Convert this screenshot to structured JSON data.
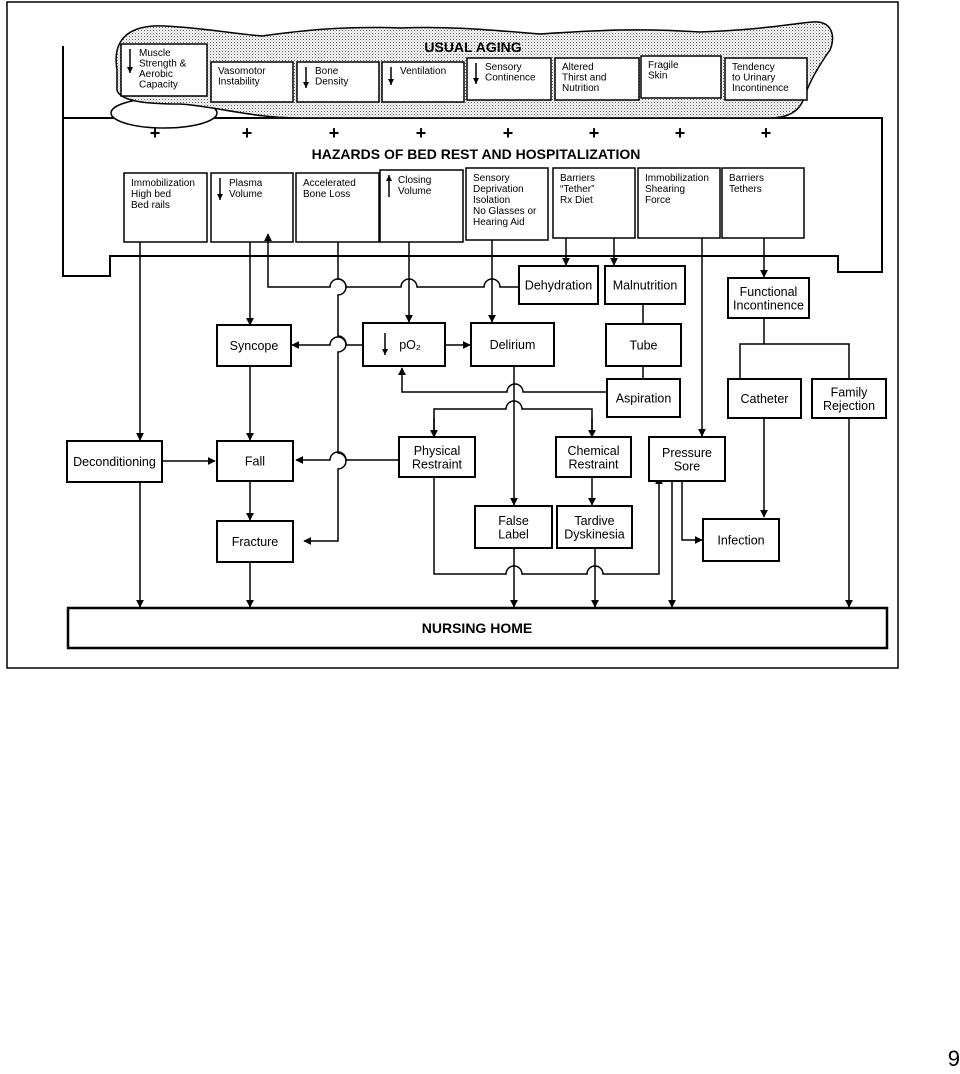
{
  "sections": {
    "usual_aging": "USUAL AGING",
    "hazards": "HAZARDS OF BED REST AND HOSPITALIZATION",
    "plus_sign": "+"
  },
  "aging_factors": [
    {
      "id": "muscle",
      "arrow": "down",
      "lines": [
        "Muscle",
        "Strength &",
        "Aerobic",
        "Capacity"
      ]
    },
    {
      "id": "vasomotor",
      "arrow": "none",
      "lines": [
        "Vasomotor",
        "Instability"
      ]
    },
    {
      "id": "bone-density",
      "arrow": "down",
      "lines": [
        "Bone",
        "Density"
      ]
    },
    {
      "id": "ventilation",
      "arrow": "down",
      "lines": [
        "Ventilation"
      ]
    },
    {
      "id": "sensory-continence",
      "arrow": "down",
      "lines": [
        "Sensory",
        "Continence"
      ]
    },
    {
      "id": "thirst",
      "arrow": "none",
      "lines": [
        "Altered",
        "Thirst and",
        "Nutrition"
      ]
    },
    {
      "id": "fragile-skin",
      "arrow": "none",
      "lines": [
        "Fragile",
        "Skin"
      ]
    },
    {
      "id": "urinary",
      "arrow": "none",
      "lines": [
        "Tendency",
        "to Urinary",
        "Incontinence"
      ]
    }
  ],
  "hazards": [
    {
      "id": "immobilization",
      "arrow": "none",
      "lines": [
        "Immobilization",
        "High bed",
        "Bed rails"
      ]
    },
    {
      "id": "plasma-volume",
      "arrow": "down",
      "lines": [
        "Plasma",
        "Volume"
      ]
    },
    {
      "id": "bone-loss",
      "arrow": "none",
      "lines": [
        "Accelerated",
        "Bone Loss"
      ]
    },
    {
      "id": "closing-volume",
      "arrow": "up",
      "lines": [
        "Closing",
        "Volume"
      ]
    },
    {
      "id": "sensory-deprivation",
      "arrow": "none",
      "lines": [
        "Sensory",
        "Deprivation",
        "Isolation",
        "No Glasses or",
        "Hearing Aid"
      ]
    },
    {
      "id": "barriers-diet",
      "arrow": "none",
      "lines": [
        "Barriers",
        "“Tether”",
        "Rx Diet"
      ]
    },
    {
      "id": "shearing",
      "arrow": "none",
      "lines": [
        "Immobilization",
        "Shearing",
        "Force"
      ]
    },
    {
      "id": "barriers-tethers",
      "arrow": "none",
      "lines": [
        "Barriers",
        "Tethers"
      ]
    }
  ],
  "outcomes": {
    "dehydration": [
      "Dehydration"
    ],
    "malnutrition": [
      "Malnutrition"
    ],
    "functional_incontinence": [
      "Functional",
      "Incontinence"
    ],
    "syncope": [
      "Syncope"
    ],
    "po2": [
      "pO₂"
    ],
    "delirium": [
      "Delirium"
    ],
    "tube": [
      "Tube"
    ],
    "aspiration": [
      "Aspiration"
    ],
    "catheter": [
      "Catheter"
    ],
    "family_rejection": [
      "Family",
      "Rejection"
    ],
    "deconditioning": [
      "Deconditioning"
    ],
    "fall": [
      "Fall"
    ],
    "physical_restraint": [
      "Physical",
      "Restraint"
    ],
    "chemical_restraint": [
      "Chemical",
      "Restraint"
    ],
    "pressure_sore": [
      "Pressure",
      "Sore"
    ],
    "fracture": [
      "Fracture"
    ],
    "false_label": [
      "False",
      "Label"
    ],
    "tardive_dyskinesia": [
      "Tardive",
      "Dyskinesia"
    ],
    "infection": [
      "Infection"
    ],
    "nursing_home": [
      "NURSING HOME"
    ]
  },
  "page_number": "9"
}
